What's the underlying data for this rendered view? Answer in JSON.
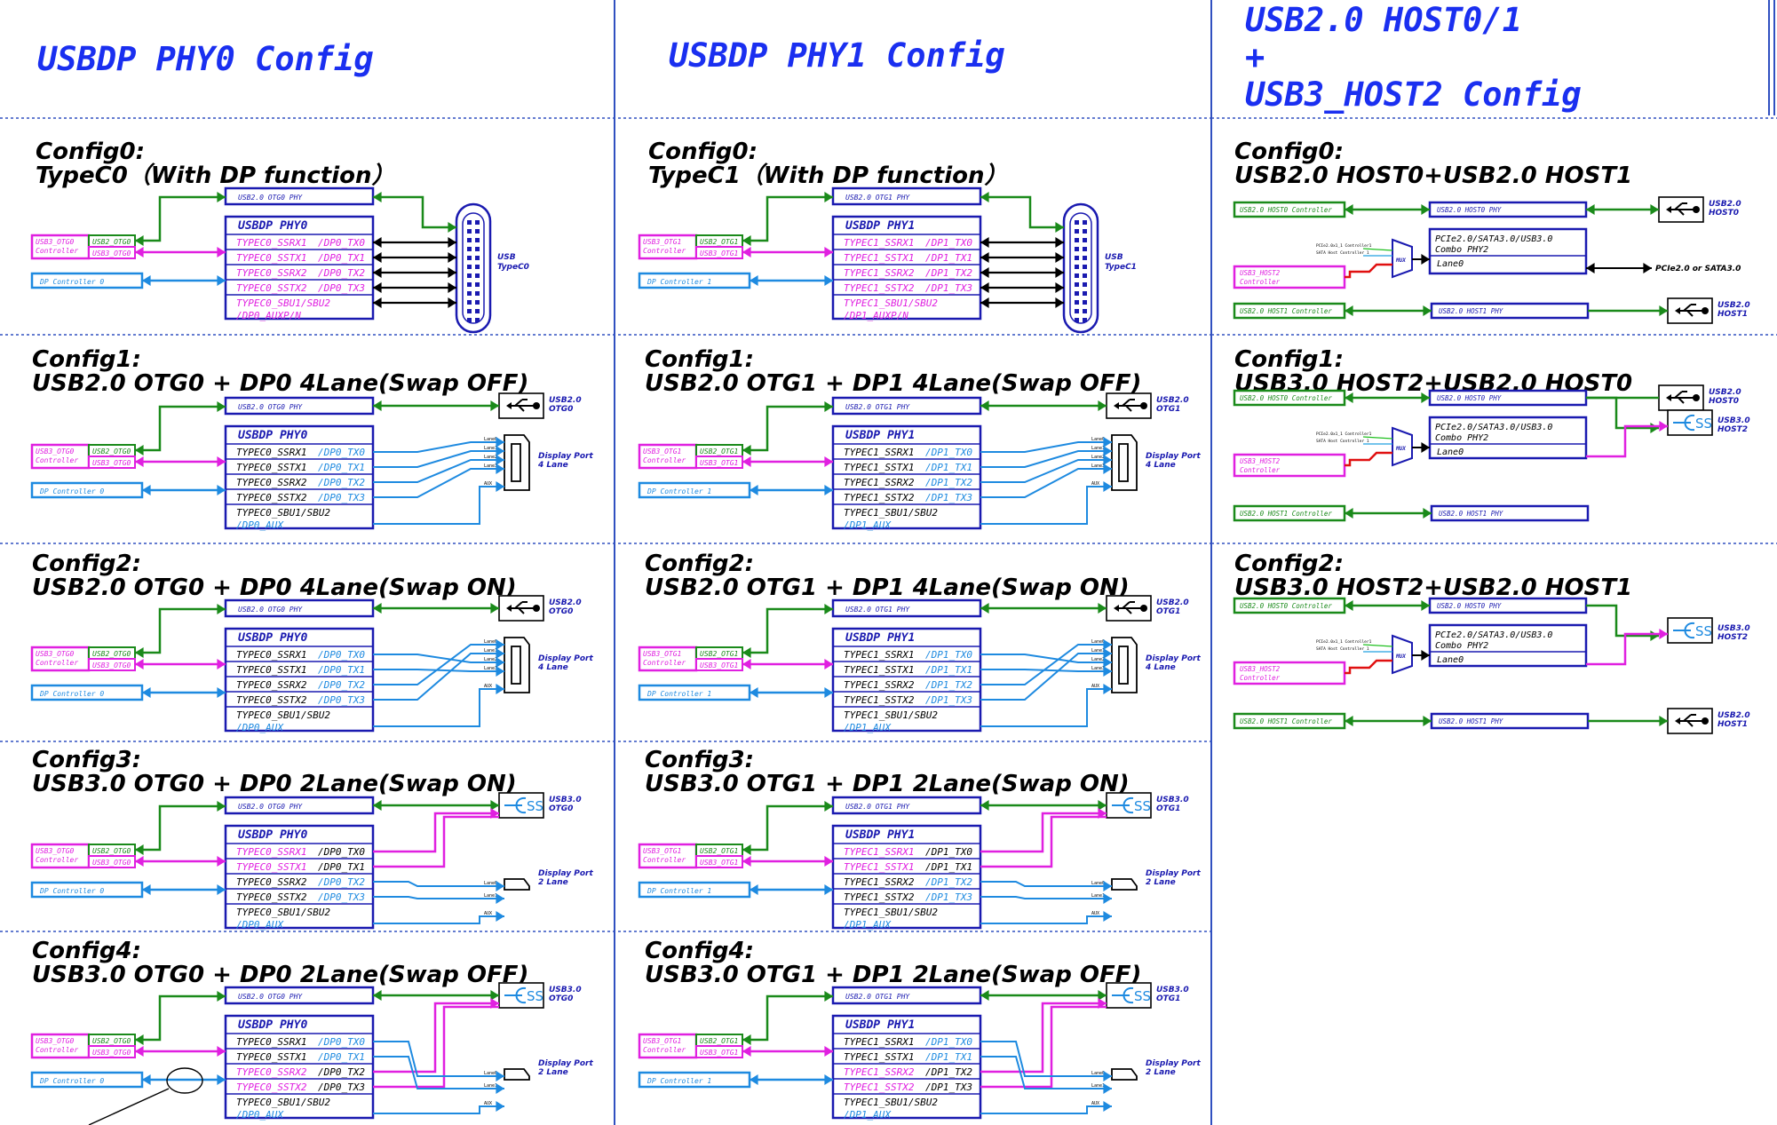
{
  "columns": [
    {
      "title": "USBDP PHY0 Config",
      "otg": "OTG0",
      "phy": "PHY0",
      "prefix": "TYPEC0",
      "dp": "DP0",
      "dpc": "DP Controller 0",
      "conn": "TypeC0",
      "configs": [
        {
          "label": "Config0:",
          "desc": "TypeC0（With DP function）"
        },
        {
          "label": "Config1:",
          "desc": "USB2.0 OTG0 + DP0 4Lane(Swap OFF)"
        },
        {
          "label": "Config2:",
          "desc": "USB2.0 OTG0 + DP0 4Lane(Swap ON)"
        },
        {
          "label": "Config3:",
          "desc": "USB3.0 OTG0 + DP0 2Lane(Swap ON)"
        },
        {
          "label": "Config4:",
          "desc": "USB3.0 OTG0 + DP0 2Lane(Swap OFF)"
        }
      ]
    },
    {
      "title": "USBDP PHY1 Config",
      "otg": "OTG1",
      "phy": "PHY1",
      "prefix": "TYPEC1",
      "dp": "DP1",
      "dpc": "DP Controller 1",
      "conn": "TypeC1",
      "configs": [
        {
          "label": "Config0:",
          "desc": "TypeC1（With DP function）"
        },
        {
          "label": "Config1:",
          "desc": "USB2.0 OTG1 + DP1 4Lane(Swap OFF)"
        },
        {
          "label": "Config2:",
          "desc": "USB2.0 OTG1 + DP1 4Lane(Swap ON)"
        },
        {
          "label": "Config3:",
          "desc": "USB3.0 OTG1 + DP1 2Lane(Swap ON)"
        },
        {
          "label": "Config4:",
          "desc": "USB3.0 OTG1 + DP1 2Lane(Swap OFF)"
        }
      ]
    },
    {
      "title_lines": [
        "USB2.0 HOST0/1",
        "+",
        "USB3_HOST2 Config"
      ],
      "configs": [
        {
          "label": "Config0:",
          "desc": "USB2.0 HOST0+USB2.0 HOST1"
        },
        {
          "label": "Config1:",
          "desc": "USB3.0 HOST2+USB2.0 HOST0"
        },
        {
          "label": "Config2:",
          "desc": "USB3.0 HOST2+USB2.0 HOST1"
        }
      ]
    }
  ],
  "labels": {
    "usb_conn": "USB",
    "display_port": "Display Port",
    "lane4": "4 Lane",
    "lane2": "2 Lane",
    "lanes": [
      "Lane0",
      "Lane1",
      "Lane2",
      "Lane3"
    ],
    "aux": "AUX",
    "usb20": "USB2.0",
    "usb30": "USB3.0",
    "ctrl_word": "Controller",
    "ss": "SS",
    "host0": "HOST0",
    "host1": "HOST1",
    "host2": "HOST2",
    "host0_ctrl": "USB2.0 HOST0 Controller",
    "host1_ctrl": "USB2.0 HOST1 Controller",
    "host0_phy": "USB2.0 HOST0 PHY",
    "host1_phy": "USB2.0 HOST1 PHY",
    "combo_line1": "PCIe2.0/SATA3.0/USB3.0",
    "combo_line2": "Combo PHY2",
    "combo_lane": "Lane0",
    "mux": "MUX",
    "mux_in1": "PCIe2.0x1_1 Controller1",
    "mux_in2": "SATA Host Controller 1",
    "host2_ctrl1": "USB3_HOST2",
    "host2_ctrl2": "Controller",
    "pcie_or_sata": "PCIe2.0 or SATA3.0"
  },
  "colors": {
    "blue": "#1a2ff0",
    "navy": "#1a1ab0",
    "magenta": "#e020e0",
    "green": "#1a8a1a",
    "cyan": "#1e8ae0",
    "red": "#e01010",
    "black": "#000000",
    "divider": "#3050c0"
  }
}
